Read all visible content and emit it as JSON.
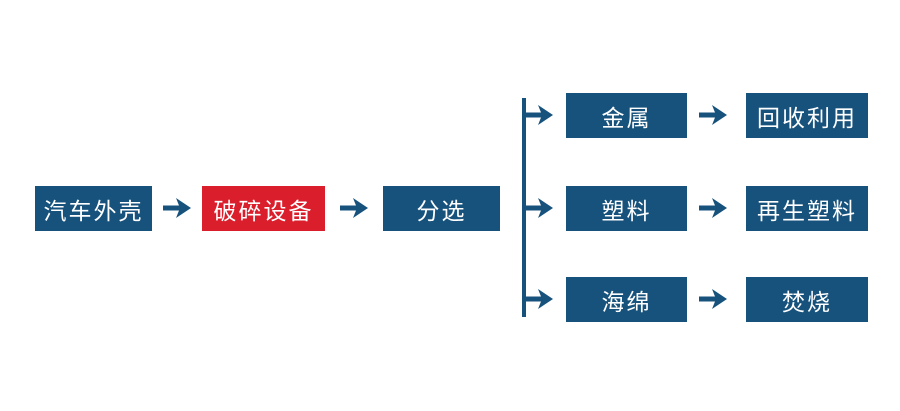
{
  "colors": {
    "node_blue": "#17527D",
    "node_red": "#DA1E2C",
    "arrow_blue": "#17527D",
    "text": "#FFFFFF",
    "background": "#FFFFFF"
  },
  "flow": {
    "main": [
      {
        "label": "汽车外壳",
        "color": "blue"
      },
      {
        "label": "破碎设备",
        "color": "red"
      },
      {
        "label": "分选",
        "color": "blue"
      }
    ],
    "branches": [
      {
        "material": "金属",
        "outcome": "回收利用"
      },
      {
        "material": "塑料",
        "outcome": "再生塑料"
      },
      {
        "material": "海绵",
        "outcome": "焚烧"
      }
    ]
  }
}
